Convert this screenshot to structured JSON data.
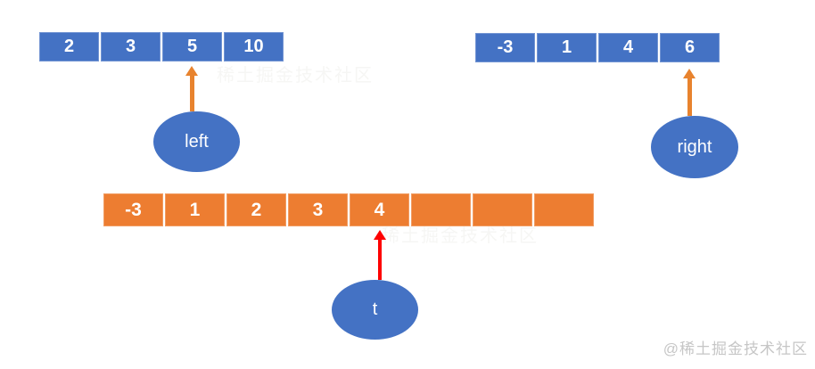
{
  "colors": {
    "array-blue": "#4472C4",
    "array-orange": "#ED7D31",
    "ellipse-blue": "#4472C4",
    "arrow-orange": "#E8832E",
    "arrow-red": "#FE0000",
    "watermark-gray": "#C6C6C6"
  },
  "arrays": {
    "left_sorted": {
      "values": [
        "2",
        "3",
        "5",
        "10"
      ]
    },
    "right_sorted": {
      "values": [
        "-3",
        "1",
        "4",
        "6"
      ]
    },
    "merged": {
      "values": [
        "-3",
        "1",
        "2",
        "3",
        "4",
        "",
        "",
        ""
      ]
    }
  },
  "pointers": {
    "left": {
      "label": "left"
    },
    "right": {
      "label": "right"
    },
    "t": {
      "label": "t"
    }
  },
  "watermark": {
    "text": "@稀土掘金技术社区",
    "faint_text": "稀土掘金技术社区"
  }
}
